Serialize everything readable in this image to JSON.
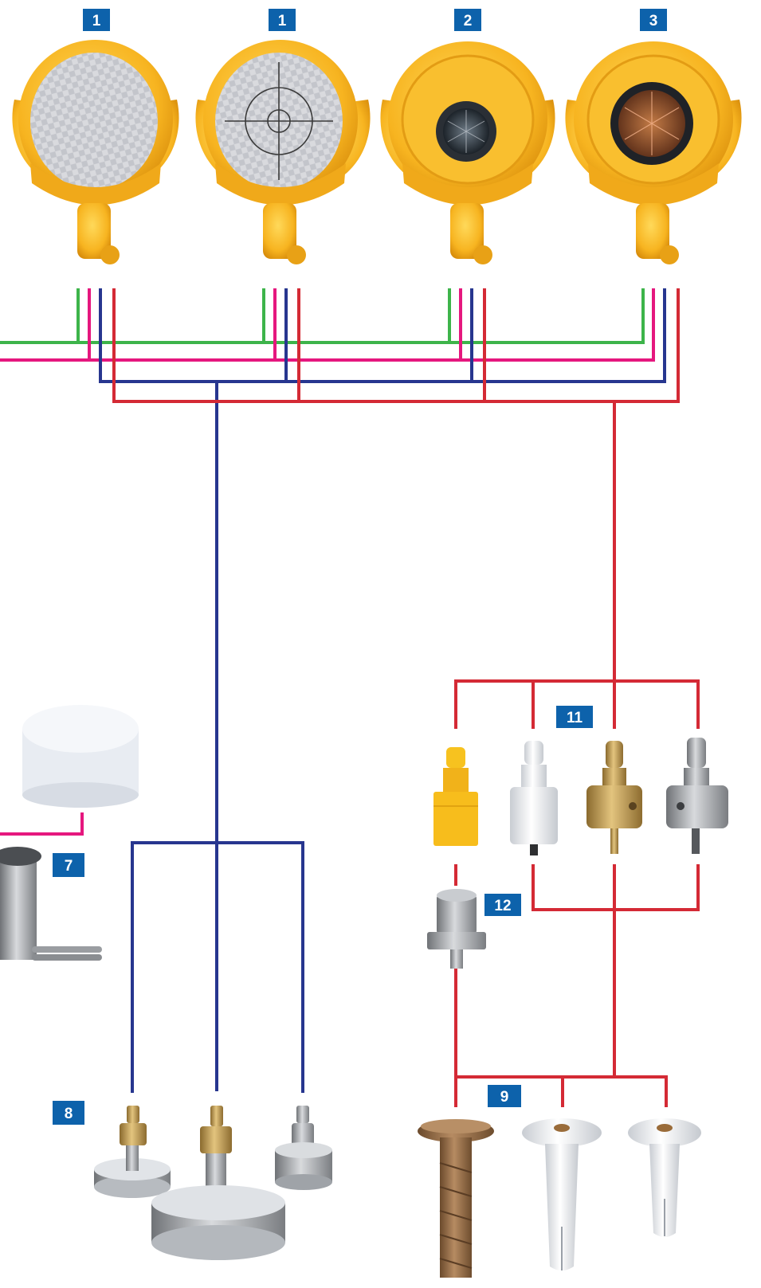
{
  "colors": {
    "green": "#3db44a",
    "pink": "#e5177e",
    "blue": "#27368f",
    "red": "#d42a35",
    "badge": "#0d62ab",
    "prism_yellow": "#f7b928"
  },
  "badges": {
    "p1a": "1",
    "p1b": "1",
    "p2": "2",
    "p3": "3",
    "b7": "7",
    "b8": "8",
    "b9": "9",
    "b11": "11",
    "b12": "12"
  },
  "parts": {
    "prisms": [
      {
        "kind": "reflective-foil",
        "icon": "reflective-target-icon"
      },
      {
        "kind": "crosshair-foil",
        "icon": "crosshair-target-icon"
      },
      {
        "kind": "mini-prism-small",
        "icon": "prism-small-icon"
      },
      {
        "kind": "mini-prism-large",
        "icon": "prism-large-icon"
      }
    ],
    "adapters": [
      "yellow-adapter",
      "white-adapter",
      "brass-adapter",
      "steel-adapter"
    ],
    "magnet_bases": [
      "small-brass-base",
      "large-brass-base",
      "steel-base"
    ],
    "anchors": [
      "bronze-anchor",
      "white-anchor",
      "white-anchor-short"
    ]
  }
}
